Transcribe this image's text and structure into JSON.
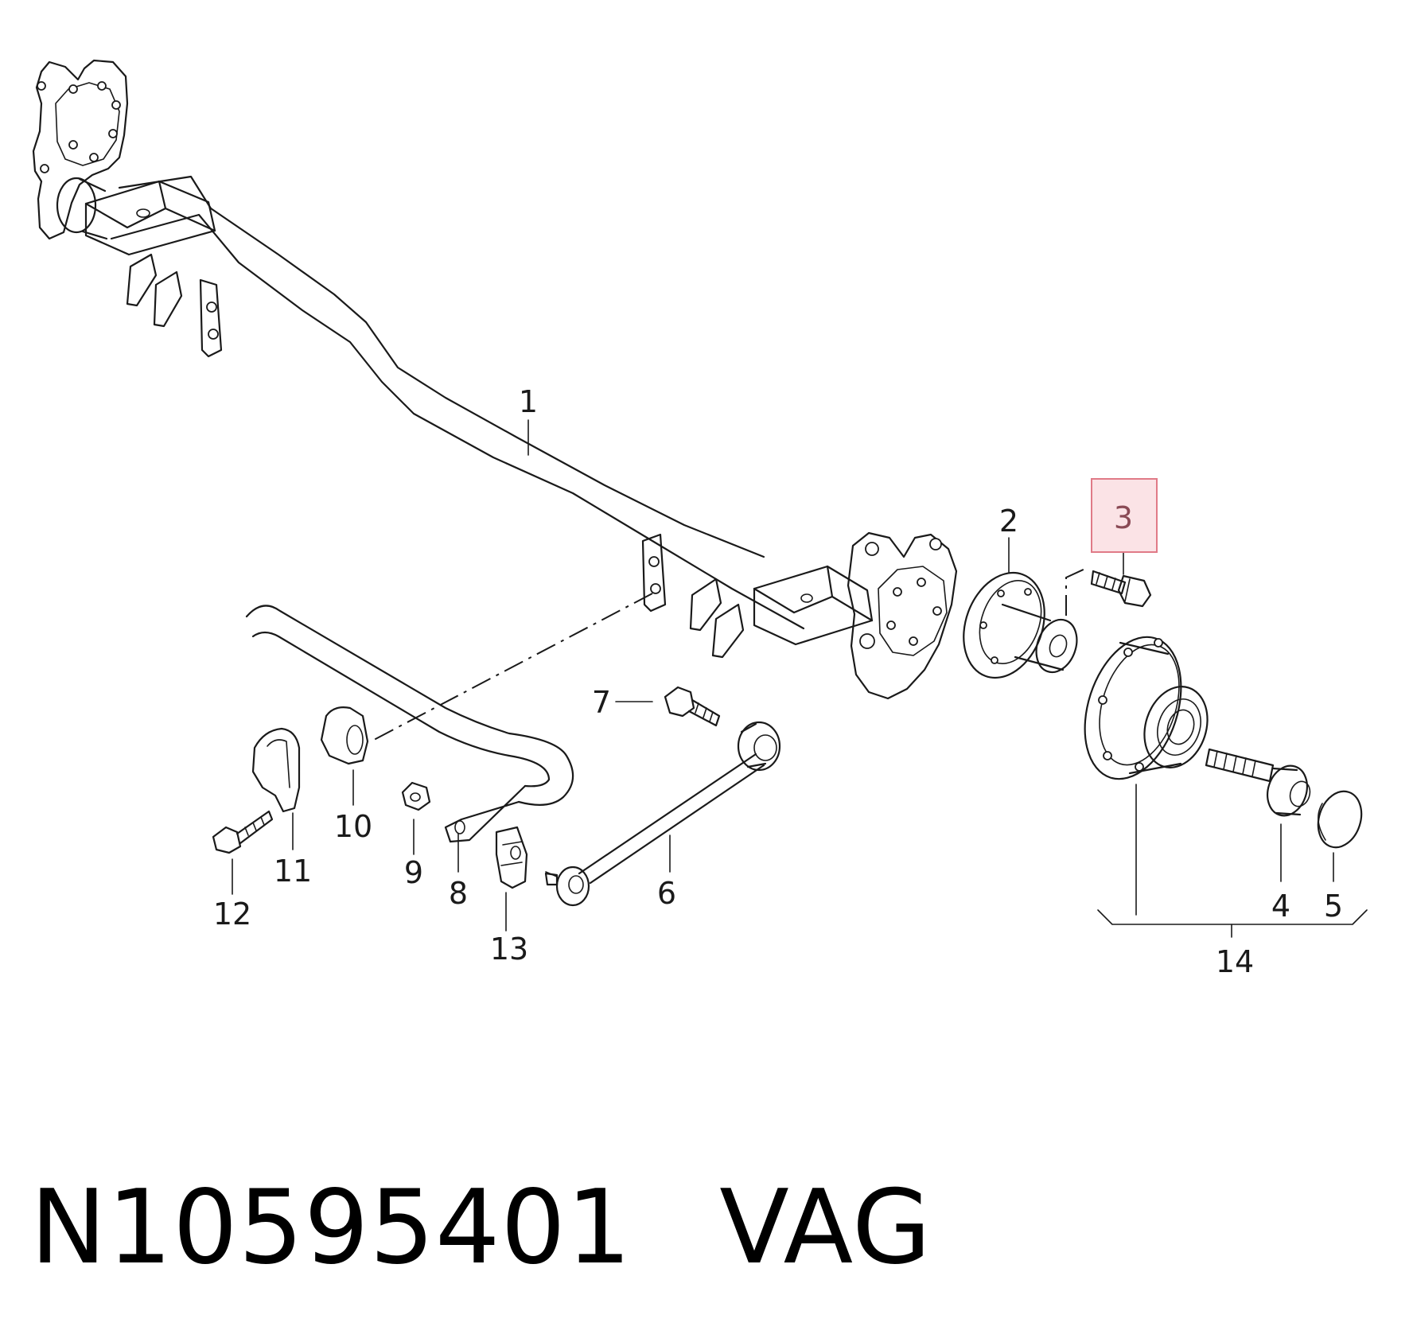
{
  "diagram": {
    "callouts": [
      {
        "id": "1",
        "label": "1"
      },
      {
        "id": "2",
        "label": "2"
      },
      {
        "id": "3",
        "label": "3",
        "highlighted": true
      },
      {
        "id": "4",
        "label": "4"
      },
      {
        "id": "5",
        "label": "5"
      },
      {
        "id": "6",
        "label": "6"
      },
      {
        "id": "7",
        "label": "7"
      },
      {
        "id": "8",
        "label": "8"
      },
      {
        "id": "9",
        "label": "9"
      },
      {
        "id": "10",
        "label": "10"
      },
      {
        "id": "11",
        "label": "11"
      },
      {
        "id": "12",
        "label": "12"
      },
      {
        "id": "13",
        "label": "13"
      },
      {
        "id": "14",
        "label": "14"
      }
    ],
    "highlight_color": "#e07a87"
  },
  "footer": {
    "part_number": "N10595401",
    "brand": "VAG"
  }
}
